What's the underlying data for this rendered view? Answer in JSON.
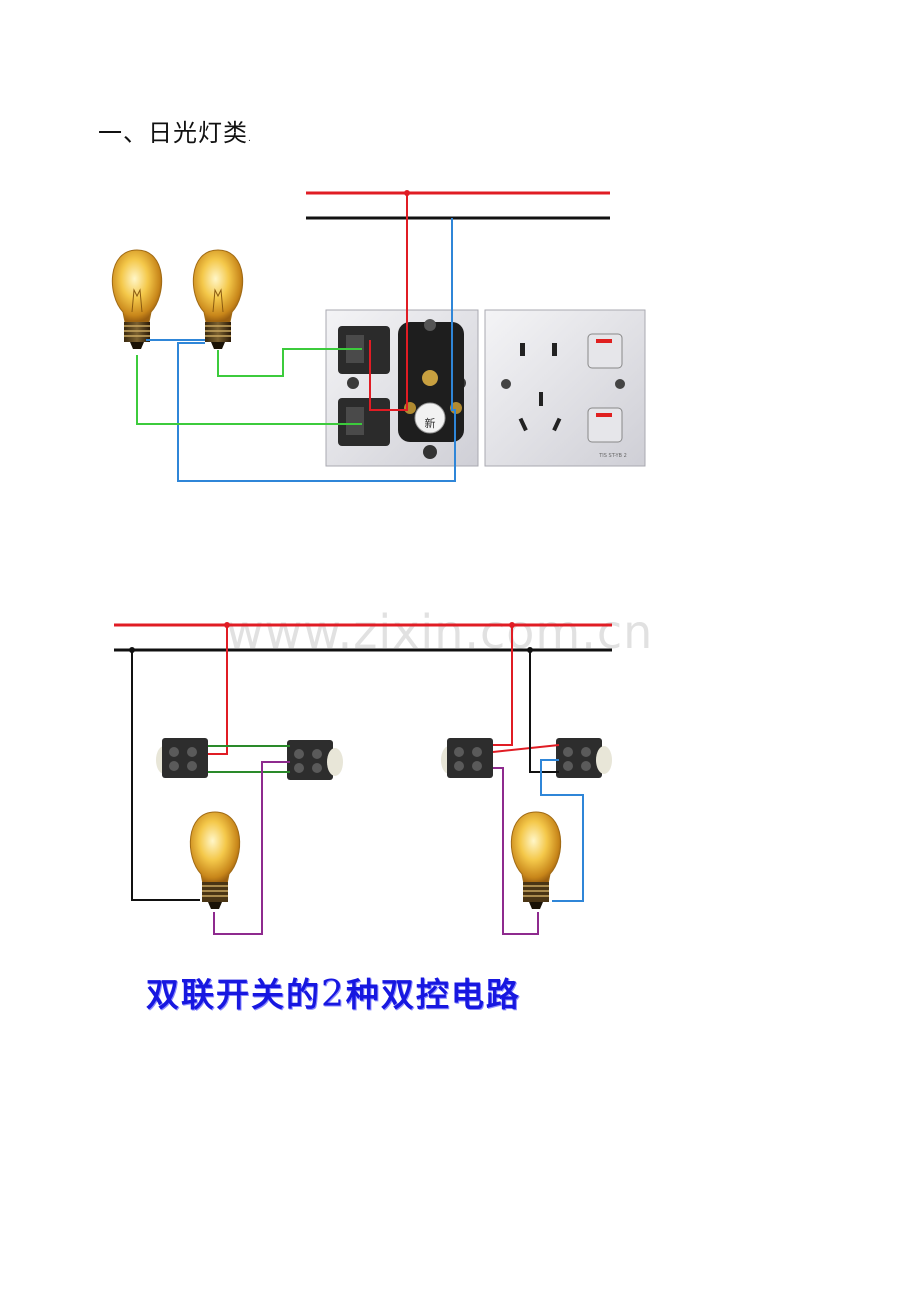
{
  "heading": {
    "text": "一、日光灯类",
    "trailing_mark": "."
  },
  "watermark": {
    "text": "www.zixin.com.cn"
  },
  "caption": {
    "before": "双联开关的",
    "number": "2",
    "after": "种双控电路"
  },
  "socket_panel": {
    "center_label": "新",
    "model_mark": "TIS ST-YB 2"
  },
  "colors": {
    "live": "#e01c24",
    "neutral": "#111111",
    "blue": "#2f86d8",
    "green": "#3ccb3c",
    "purple": "#8e2a8e",
    "caption": "#1717e0",
    "watermark": "#dcdcdc"
  },
  "icons": [
    "light-bulb-icon",
    "double-switch-icon",
    "wall-socket-icon",
    "rocker-switch-icon"
  ]
}
